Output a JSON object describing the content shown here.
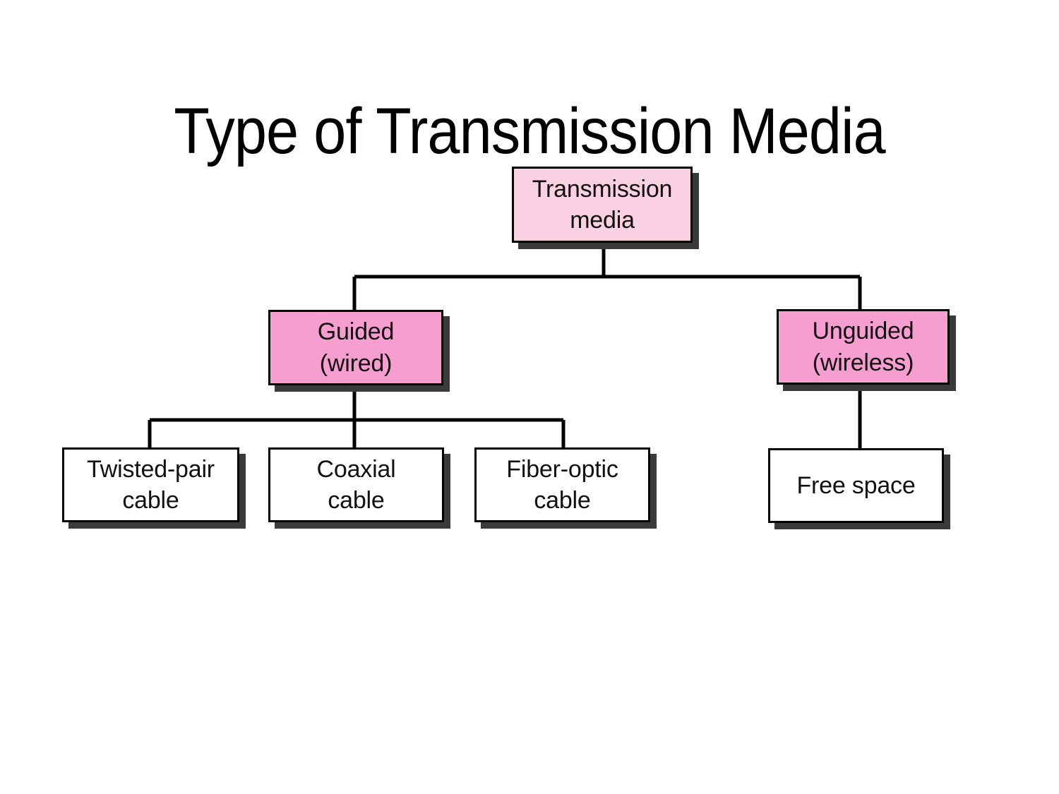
{
  "slide": {
    "title": "Type of Transmission Media",
    "background_color": "#ffffff"
  },
  "palette": {
    "root_fill": "#fad0e3",
    "level_two_fill": "#f79ed0",
    "leaf_fill": "#ffffff",
    "border": "#000000",
    "shadow": "#3a3a3a",
    "text": "#111111"
  },
  "diagram": {
    "type": "tree",
    "orientation": "top-down",
    "nodes": [
      {
        "id": "root",
        "label": "Transmission\nmedia",
        "level": 0,
        "fill": "#fad0e3",
        "parent": null
      },
      {
        "id": "guided",
        "label": "Guided\n(wired)",
        "level": 1,
        "fill": "#f79ed0",
        "parent": "root"
      },
      {
        "id": "unguided",
        "label": "Unguided\n(wireless)",
        "level": 1,
        "fill": "#f79ed0",
        "parent": "root"
      },
      {
        "id": "twisted",
        "label": "Twisted-pair\ncable",
        "level": 2,
        "fill": "#ffffff",
        "parent": "guided"
      },
      {
        "id": "coaxial",
        "label": "Coaxial\ncable",
        "level": 2,
        "fill": "#ffffff",
        "parent": "guided"
      },
      {
        "id": "fiber",
        "label": "Fiber-optic\ncable",
        "level": 2,
        "fill": "#ffffff",
        "parent": "guided"
      },
      {
        "id": "freespace",
        "label": "Free space",
        "level": 2,
        "fill": "#ffffff",
        "parent": "unguided"
      }
    ],
    "edges": [
      {
        "from": "root",
        "to": "guided"
      },
      {
        "from": "root",
        "to": "unguided"
      },
      {
        "from": "guided",
        "to": "twisted"
      },
      {
        "from": "guided",
        "to": "coaxial"
      },
      {
        "from": "guided",
        "to": "fiber"
      },
      {
        "from": "unguided",
        "to": "freespace"
      }
    ]
  }
}
